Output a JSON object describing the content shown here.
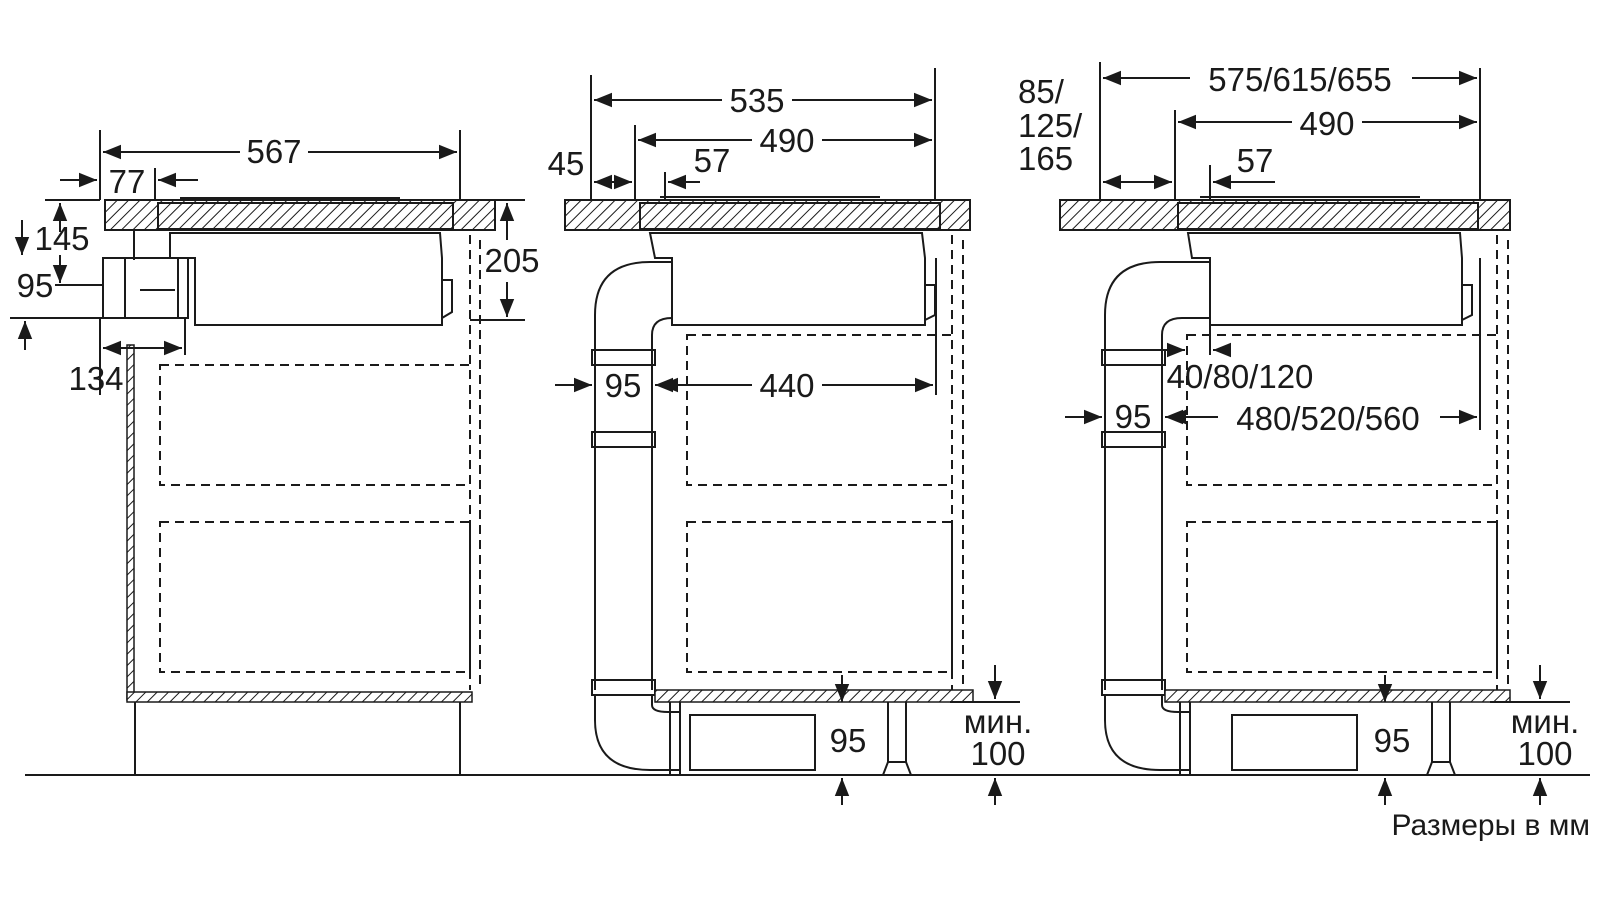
{
  "colors": {
    "ink": "#1a1a1a",
    "background": "#ffffff"
  },
  "units_note": "Размеры в мм",
  "views": [
    {
      "id": "side-view-1",
      "dims": {
        "overall_width": "567",
        "offset_77": "77",
        "height_145": "145",
        "duct_95": "95",
        "depth_205": "205",
        "offset_134": "134"
      }
    },
    {
      "id": "side-view-2",
      "dims": {
        "overall_width": "535",
        "unit_width": "490",
        "offset_45": "45",
        "offset_57": "57",
        "duct_95": "95",
        "inner_440": "440",
        "plinth_95": "95",
        "min_label": "мин.",
        "min_value": "100"
      }
    },
    {
      "id": "side-view-3",
      "dims": {
        "offset_stack": [
          "85/",
          "125/",
          "165"
        ],
        "overall_width": "575/615/655",
        "unit_width": "490",
        "offset_57": "57",
        "gap_options": "40/80/120",
        "duct_95": "95",
        "inner_options": "480/520/560",
        "plinth_95": "95",
        "min_label": "мин.",
        "min_value": "100"
      }
    }
  ]
}
